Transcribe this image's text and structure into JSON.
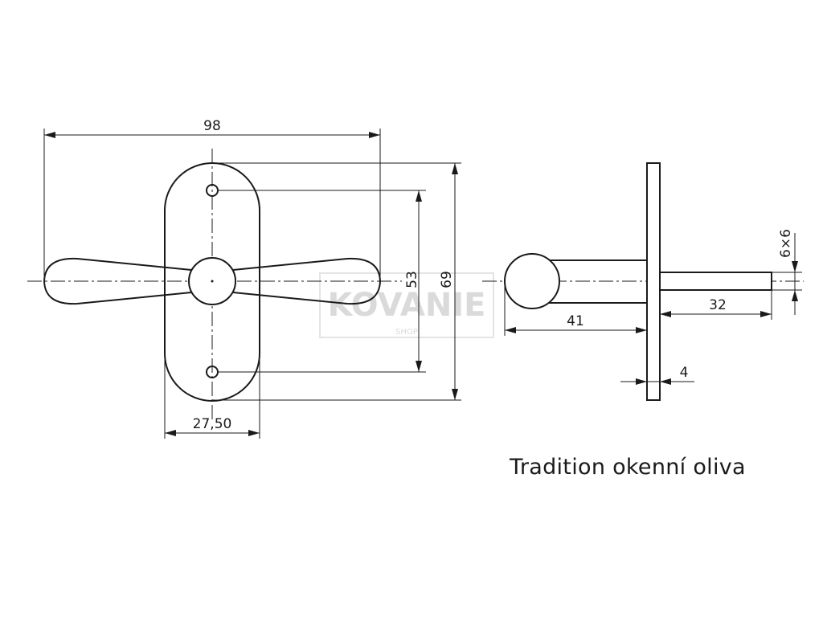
{
  "title": "Tradition okenní oliva",
  "watermark": {
    "brand": "KOVANIE",
    "sub": "SHOP"
  },
  "dimensions": {
    "overall_width": "98",
    "screw_spacing": "53",
    "plate_height": "69",
    "plate_width": "27,50",
    "spindle_size": "6×6",
    "spindle_length": "32",
    "handle_depth": "41",
    "plate_thickness": "4"
  },
  "colors": {
    "line": "#1a1a1a",
    "watermark": "#d6d6d6",
    "background": "#ffffff"
  }
}
